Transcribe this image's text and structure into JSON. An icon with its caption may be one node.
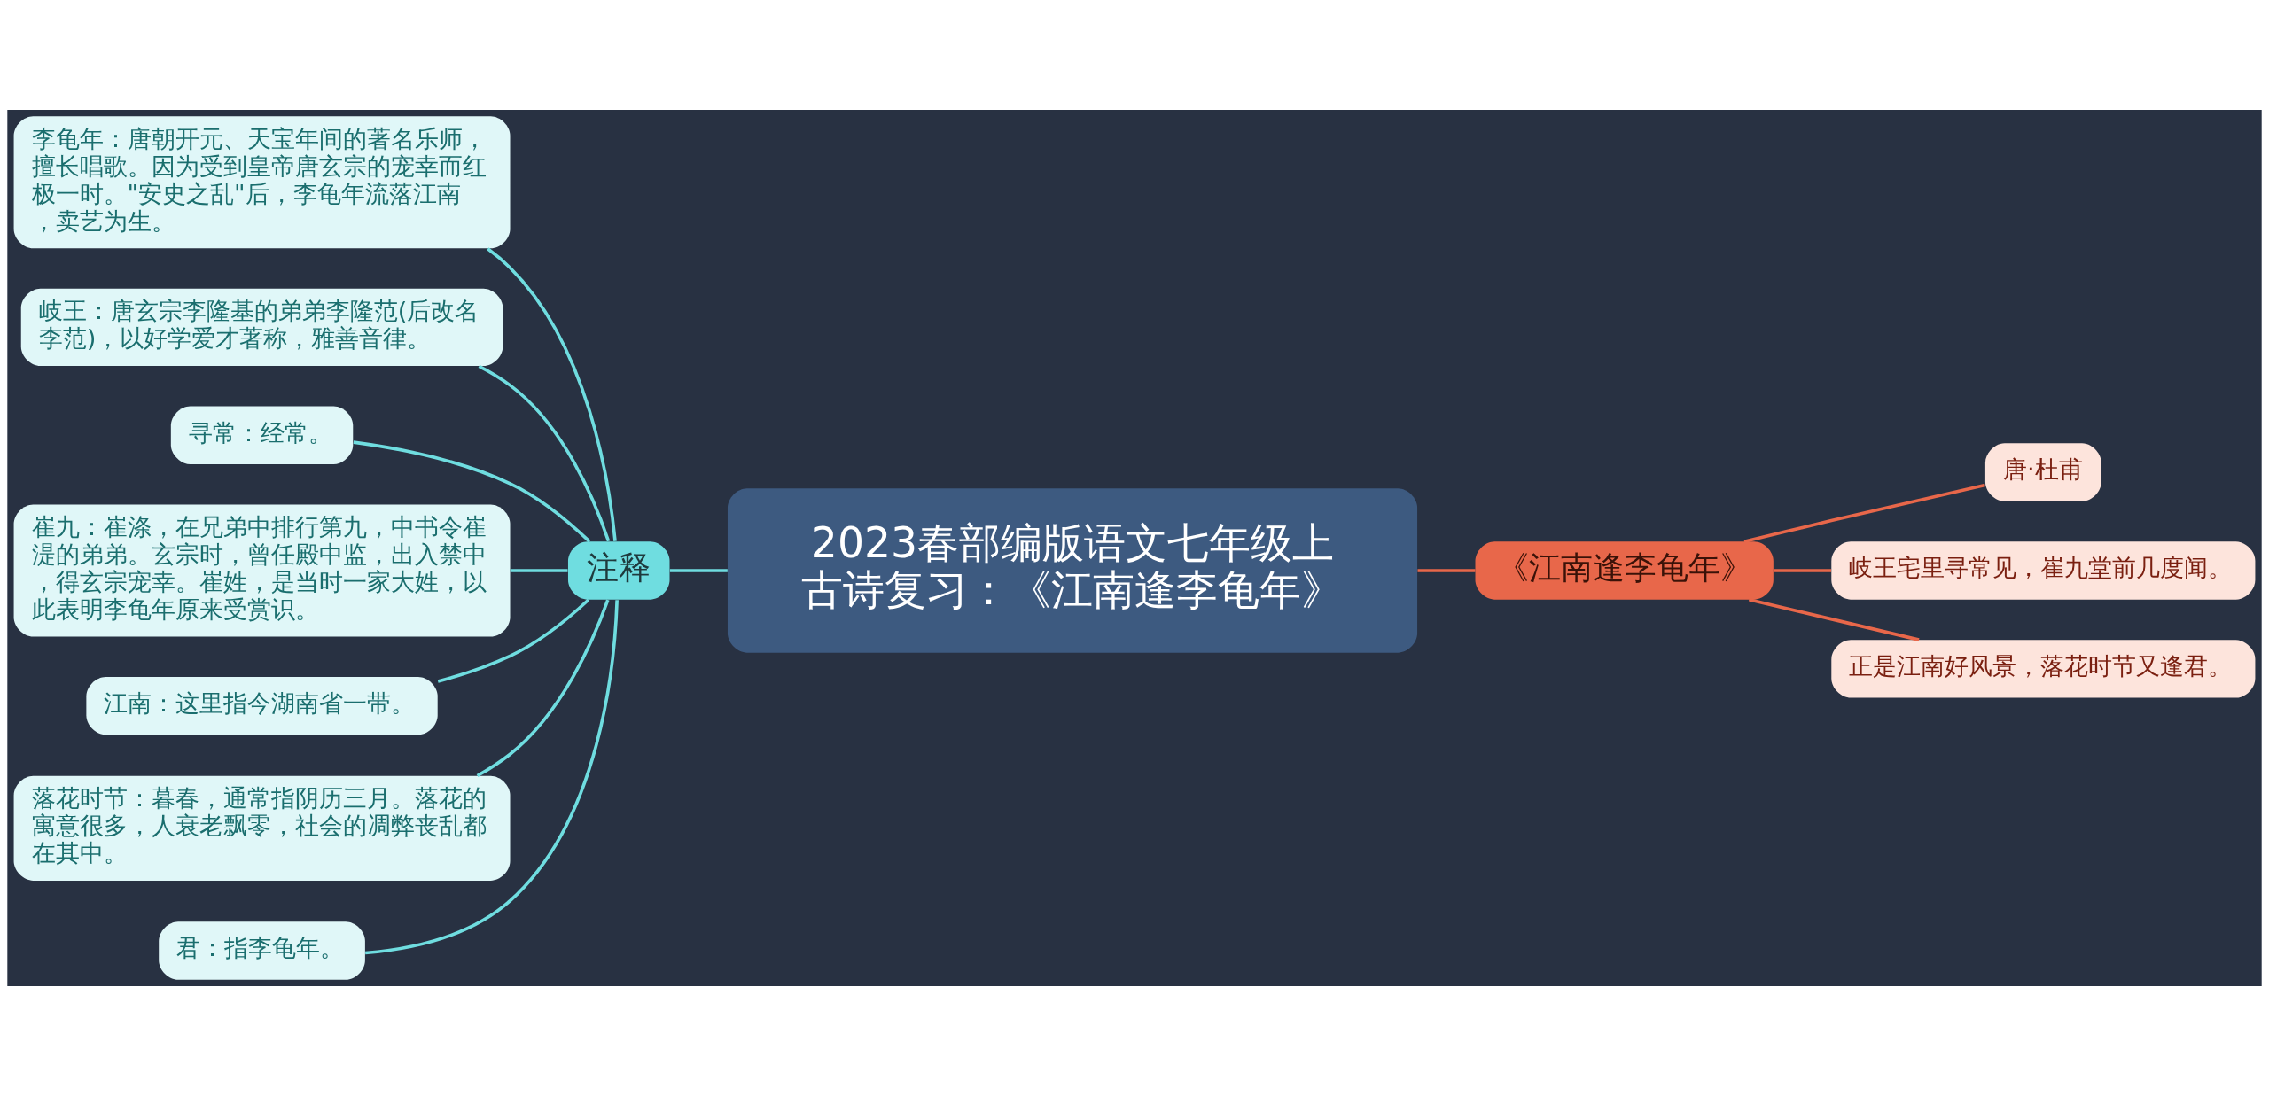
{
  "diagram": {
    "nodes": [
      {
        "text": [
          "2023春部编版语文七年级上古诗复习：《江南逢李龟年》"
        ]
      },
      {
        "text": [
          "注释"
        ]
      },
      {
        "text": [
          "李龟年：唐朝开元、天宝年间的著名乐师，擅长唱歌。因为受到皇帝唐玄宗的宠幸而红极一时。\"安史之乱\"后，李龟年流落江南，卖艺为生。"
        ]
      },
      {
        "text": [
          "岐王：唐玄宗李隆基的弟弟李隆范(后改名李范)，以好学爱才著称，雅善音律。"
        ]
      },
      {
        "text": [
          "寻常：经常。"
        ]
      },
      {
        "text": [
          "崔九：崔涤，在兄弟中排行第九，中书令崔湜的弟弟。玄宗时，曾任殿中监，出入禁中，得玄宗宠幸。崔姓，是当时一家大姓，以此表明李龟年原来受赏识。"
        ]
      },
      {
        "text": [
          "江南：这里指今湖南省一带。"
        ]
      },
      {
        "text": [
          "落花时节：暮春，通常指阴历三月。落花的寓意很多，人衰老飘零，社会的凋弊丧乱都在其中。"
        ]
      },
      {
        "text": [
          "君：指李龟年。"
        ]
      },
      {
        "text": [
          "《江南逢李龟年》"
        ]
      },
      {
        "text": [
          "唐·杜甫"
        ]
      },
      {
        "text": [
          "岐王宅里寻常见，崔九堂前几度闻。"
        ]
      },
      {
        "text": [
          "正是江南好风景，落花时节又逢君。"
        ]
      }
    ],
    "edges": [
      {
        "from": 2,
        "to": 1,
        "arrow": "none"
      },
      {
        "from": 3,
        "to": 1,
        "arrow": "none"
      },
      {
        "from": 4,
        "to": 1,
        "arrow": "none"
      },
      {
        "from": 5,
        "to": 1,
        "arrow": "none"
      },
      {
        "from": 6,
        "to": 1,
        "arrow": "none"
      },
      {
        "from": 7,
        "to": 1,
        "arrow": "none"
      },
      {
        "from": 8,
        "to": 1,
        "arrow": "none"
      },
      {
        "from": 1,
        "to": 0,
        "arrow": "none"
      },
      {
        "from": 0,
        "to": 9,
        "arrow": "none",
        "color": "#e8674a"
      },
      {
        "from": 9,
        "to": 10,
        "arrow": "none",
        "color": "#e8674a"
      },
      {
        "from": 9,
        "to": 11,
        "arrow": "none",
        "color": "#e8674a"
      },
      {
        "from": 9,
        "to": 12,
        "arrow": "none",
        "color": "#e8674a"
      }
    ]
  }
}
